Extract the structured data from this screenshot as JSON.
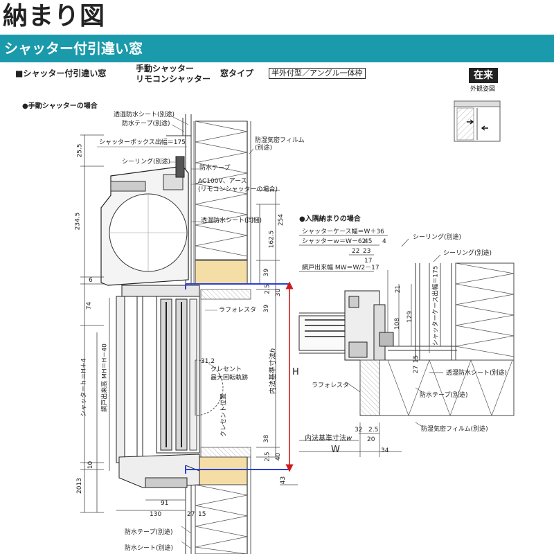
{
  "page": {
    "title": "納まり図",
    "banner": "シャッター付引違い窓"
  },
  "header": {
    "product": "■シャッター付引違い窓",
    "shutter_line1": "手動シャッター",
    "shutter_line2": "リモコンシャッター",
    "window_type": "窓タイプ",
    "frame_type": "半外付型／アングル一体枠",
    "badge": "在来",
    "elevation_label": "外観姿図"
  },
  "main_section": {
    "heading": "●手動シャッターの場合",
    "callouts": {
      "vapor_sheet_top": "透湿防水シート(別途)",
      "waterproof_tape_top": "防水テープ(別途)",
      "shutter_box_projection": "シャッターボックス出幅＝175",
      "sealing": "シーリング(別途)",
      "waterproof_tape": "防水テープ",
      "ac_power_1": "AC100V、アース",
      "ac_power_2": "(リモコンシャッターの場合)",
      "vapor_sheet_same": "透湿防水シート(同梱)",
      "vapor_film_1": "防湿気密フィルム",
      "vapor_film_2": "(別途)",
      "laforesta": "ラフォレスタ",
      "crescent_1": "クレセント",
      "crescent_2": "最大回転軌跡",
      "crescent_position": "クレセント位置",
      "inner_std_h": "内法基準寸法",
      "inner_std_h_var": "h",
      "waterproof_tape_bottom": "防水テープ(別途)",
      "waterproof_sheet_bottom": "防水シート(別途)"
    },
    "dims_left": [
      "25.5",
      "234.5",
      "6",
      "74",
      "10",
      "2013"
    ],
    "vertical_labels": {
      "shutter_h": "シャッターｈ＝H＋4",
      "sash_height": "網戸出来高 MH＝H－40"
    },
    "dims_right": [
      "254",
      "162.5",
      "39",
      "2.5",
      "30",
      "39",
      "38",
      "2.5",
      "40",
      "43"
    ],
    "H": "H",
    "dims_misc": [
      "31.2",
      "91",
      "130",
      "27",
      "15"
    ]
  },
  "inset_section": {
    "heading": "●入隅納まりの場合",
    "callouts": {
      "case_width": "シャッターケース幅＝W＋36",
      "shutter_w": "シャッターｗ＝W－62",
      "screen_projection": "網戸出来幅 MW＝W/2－17",
      "sealing_a": "シーリング(別途)",
      "sealing_b": "シーリング(別途)",
      "case_projection": "シャッターケース出幅＝175",
      "vapor_sheet": "透湿防水シート(別途)",
      "waterproof_tape": "防水テープ(別途)",
      "laforesta": "ラフォレスタ",
      "vapor_film": "防湿気密フィルム(別途)",
      "inner_std_w": "内法基準寸法",
      "inner_std_w_var": "w",
      "W": "W"
    },
    "dims": [
      "45",
      "4",
      "22",
      "23",
      "17",
      "21",
      "108",
      "129",
      "15",
      "27",
      "32",
      "2.5",
      "20",
      "34"
    ]
  },
  "colors": {
    "banner": "#1a9aab",
    "insulation": "#f5dea6",
    "measure_red": "#d01a1a",
    "measure_blue": "#2b3fd6"
  }
}
